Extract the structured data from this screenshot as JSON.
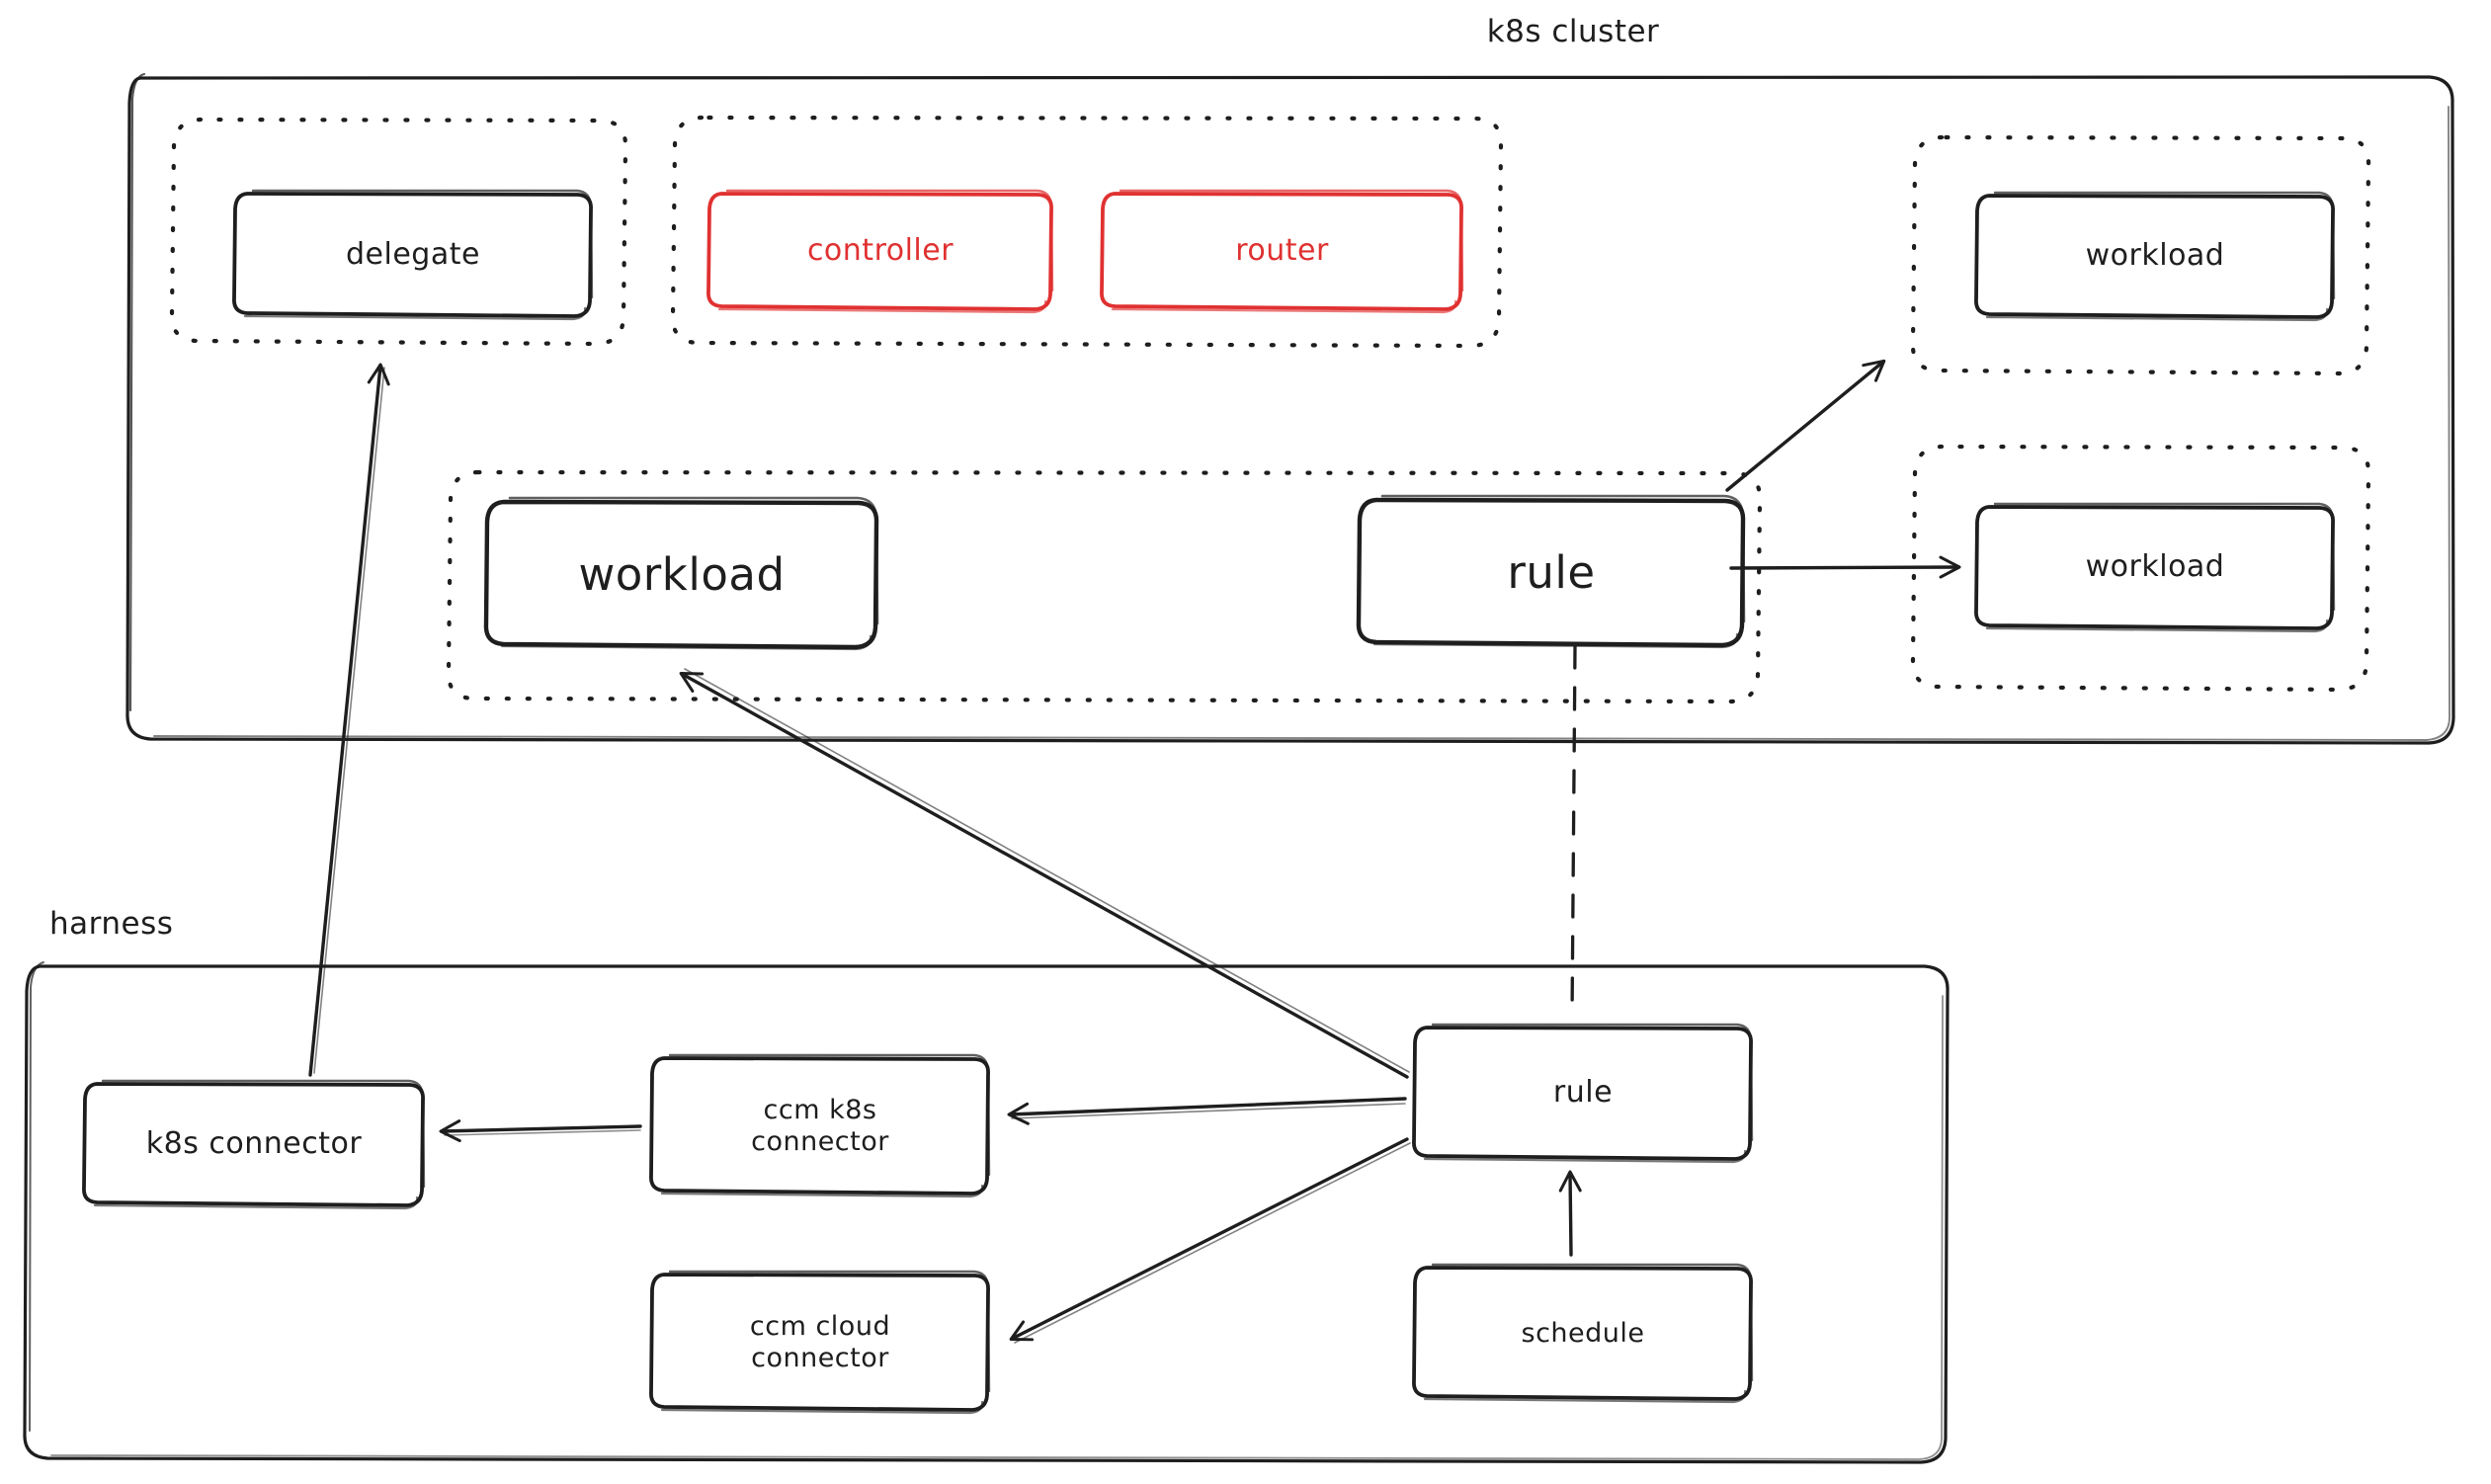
{
  "diagram": {
    "title": "k8s cluster / harness architecture",
    "colors": {
      "stroke": "#1e1e1e",
      "accent_red": "#e03131",
      "background": "#ffffff"
    },
    "groups": [
      {
        "id": "k8s-cluster",
        "label": "k8s cluster",
        "style": "solid"
      },
      {
        "id": "harness",
        "label": "harness",
        "style": "solid"
      },
      {
        "id": "delegate-ns",
        "label": "",
        "style": "dotted"
      },
      {
        "id": "system-ns",
        "label": "",
        "style": "dotted"
      },
      {
        "id": "workload-ns",
        "label": "",
        "style": "dotted"
      },
      {
        "id": "rule-ns",
        "label": "",
        "style": "dotted"
      },
      {
        "id": "workload-ns-right-top",
        "label": "",
        "style": "dotted"
      },
      {
        "id": "workload-ns-right-bottom",
        "label": "",
        "style": "dotted"
      }
    ],
    "nodes": [
      {
        "id": "delegate",
        "label": "delegate",
        "color": "dark",
        "size": "md"
      },
      {
        "id": "controller",
        "label": "controller",
        "color": "red",
        "size": "md"
      },
      {
        "id": "router",
        "label": "router",
        "color": "red",
        "size": "md"
      },
      {
        "id": "workload-rt",
        "label": "workload",
        "color": "dark",
        "size": "md"
      },
      {
        "id": "workload-rb",
        "label": "workload",
        "color": "dark",
        "size": "md"
      },
      {
        "id": "workload-main",
        "label": "workload",
        "color": "dark",
        "size": "lg"
      },
      {
        "id": "rule-cluster",
        "label": "rule",
        "color": "dark",
        "size": "lg"
      },
      {
        "id": "k8s-connector",
        "label": "k8s connector",
        "color": "dark",
        "size": "md"
      },
      {
        "id": "ccm-k8s",
        "label": "ccm k8s\nconnector",
        "color": "dark",
        "size": "md"
      },
      {
        "id": "ccm-cloud",
        "label": "ccm cloud\nconnector",
        "color": "dark",
        "size": "md"
      },
      {
        "id": "rule-harness",
        "label": "rule",
        "color": "dark",
        "size": "md"
      },
      {
        "id": "schedule",
        "label": "schedule",
        "color": "dark",
        "size": "sm"
      }
    ],
    "edges": [
      {
        "from": "k8s-connector",
        "to": "delegate",
        "style": "solid",
        "arrow": "end"
      },
      {
        "from": "rule-harness",
        "to": "workload-main",
        "style": "solid",
        "arrow": "end"
      },
      {
        "from": "rule-harness",
        "to": "ccm-k8s",
        "style": "solid",
        "arrow": "end"
      },
      {
        "from": "rule-harness",
        "to": "ccm-cloud",
        "style": "solid",
        "arrow": "end"
      },
      {
        "from": "ccm-k8s",
        "to": "k8s-connector",
        "style": "solid",
        "arrow": "end"
      },
      {
        "from": "schedule",
        "to": "rule-harness",
        "style": "solid",
        "arrow": "end"
      },
      {
        "from": "rule-cluster",
        "to": "workload-rt",
        "style": "solid",
        "arrow": "end"
      },
      {
        "from": "rule-cluster",
        "to": "workload-rb",
        "style": "solid",
        "arrow": "end"
      },
      {
        "from": "rule-cluster",
        "to": "rule-harness",
        "style": "dashed",
        "arrow": "none"
      }
    ]
  }
}
